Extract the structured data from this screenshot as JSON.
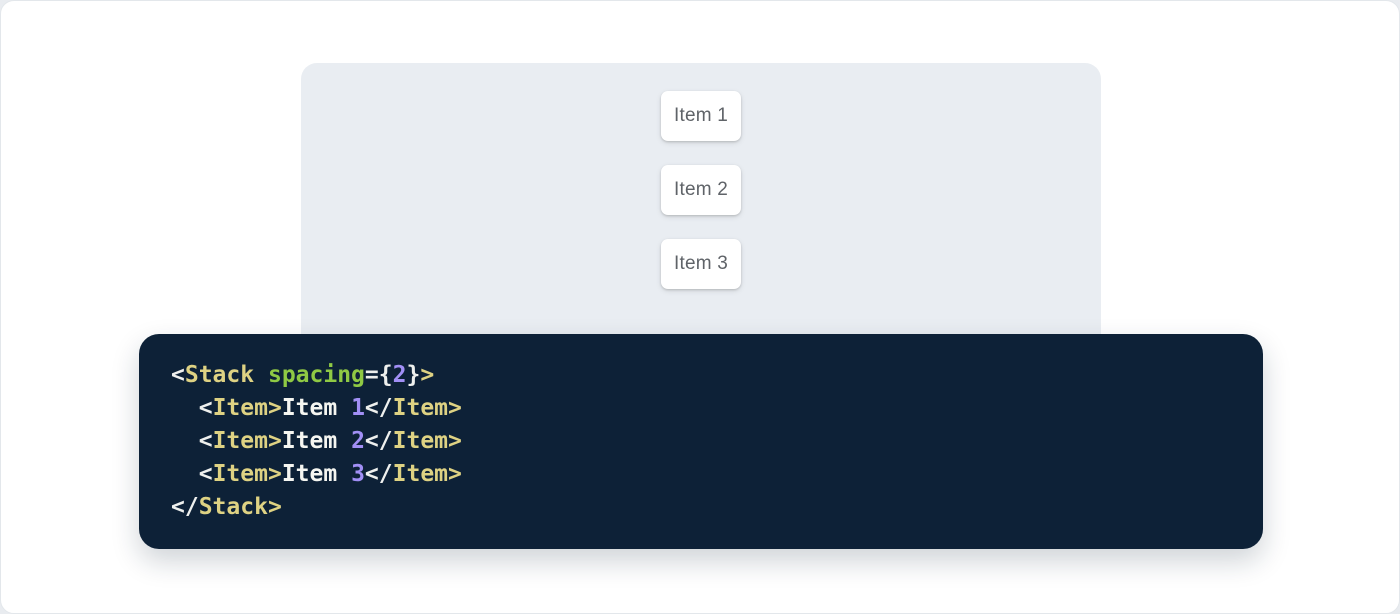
{
  "demo": {
    "items": [
      {
        "label": "Item 1"
      },
      {
        "label": "Item 2"
      },
      {
        "label": "Item 3"
      }
    ]
  },
  "code": {
    "colors": {
      "tag": "#ded283",
      "attr": "#8fc944",
      "num": "#a18ff5",
      "punct": "#eef0ee",
      "plain": "#f5f6f1"
    },
    "lines": [
      {
        "tokens": [
          {
            "t": "<",
            "c": "punct"
          },
          {
            "t": "Stack",
            "c": "tag"
          },
          {
            "t": " ",
            "c": "plain"
          },
          {
            "t": "spacing",
            "c": "attr"
          },
          {
            "t": "=",
            "c": "punct"
          },
          {
            "t": "{",
            "c": "punct"
          },
          {
            "t": "2",
            "c": "num"
          },
          {
            "t": "}",
            "c": "punct"
          },
          {
            "t": ">",
            "c": "tag"
          }
        ]
      },
      {
        "tokens": [
          {
            "t": "  ",
            "c": "plain"
          },
          {
            "t": "<",
            "c": "punct"
          },
          {
            "t": "Item",
            "c": "tag"
          },
          {
            "t": ">",
            "c": "tag"
          },
          {
            "t": "Item ",
            "c": "plain"
          },
          {
            "t": "1",
            "c": "num"
          },
          {
            "t": "</",
            "c": "punct"
          },
          {
            "t": "Item",
            "c": "tag"
          },
          {
            "t": ">",
            "c": "tag"
          }
        ]
      },
      {
        "tokens": [
          {
            "t": "  ",
            "c": "plain"
          },
          {
            "t": "<",
            "c": "punct"
          },
          {
            "t": "Item",
            "c": "tag"
          },
          {
            "t": ">",
            "c": "tag"
          },
          {
            "t": "Item ",
            "c": "plain"
          },
          {
            "t": "2",
            "c": "num"
          },
          {
            "t": "</",
            "c": "punct"
          },
          {
            "t": "Item",
            "c": "tag"
          },
          {
            "t": ">",
            "c": "tag"
          }
        ]
      },
      {
        "tokens": [
          {
            "t": "  ",
            "c": "plain"
          },
          {
            "t": "<",
            "c": "punct"
          },
          {
            "t": "Item",
            "c": "tag"
          },
          {
            "t": ">",
            "c": "tag"
          },
          {
            "t": "Item ",
            "c": "plain"
          },
          {
            "t": "3",
            "c": "num"
          },
          {
            "t": "</",
            "c": "punct"
          },
          {
            "t": "Item",
            "c": "tag"
          },
          {
            "t": ">",
            "c": "tag"
          }
        ]
      },
      {
        "tokens": [
          {
            "t": "</",
            "c": "punct"
          },
          {
            "t": "Stack",
            "c": "tag"
          },
          {
            "t": ">",
            "c": "tag"
          }
        ]
      }
    ]
  },
  "colors": {
    "outer_bg": "#e9ecf0",
    "page_bg": "#ffffff",
    "panel_bg": "#e9edf2",
    "code_bg": "#0d2137",
    "card_text": "#5f6368"
  }
}
